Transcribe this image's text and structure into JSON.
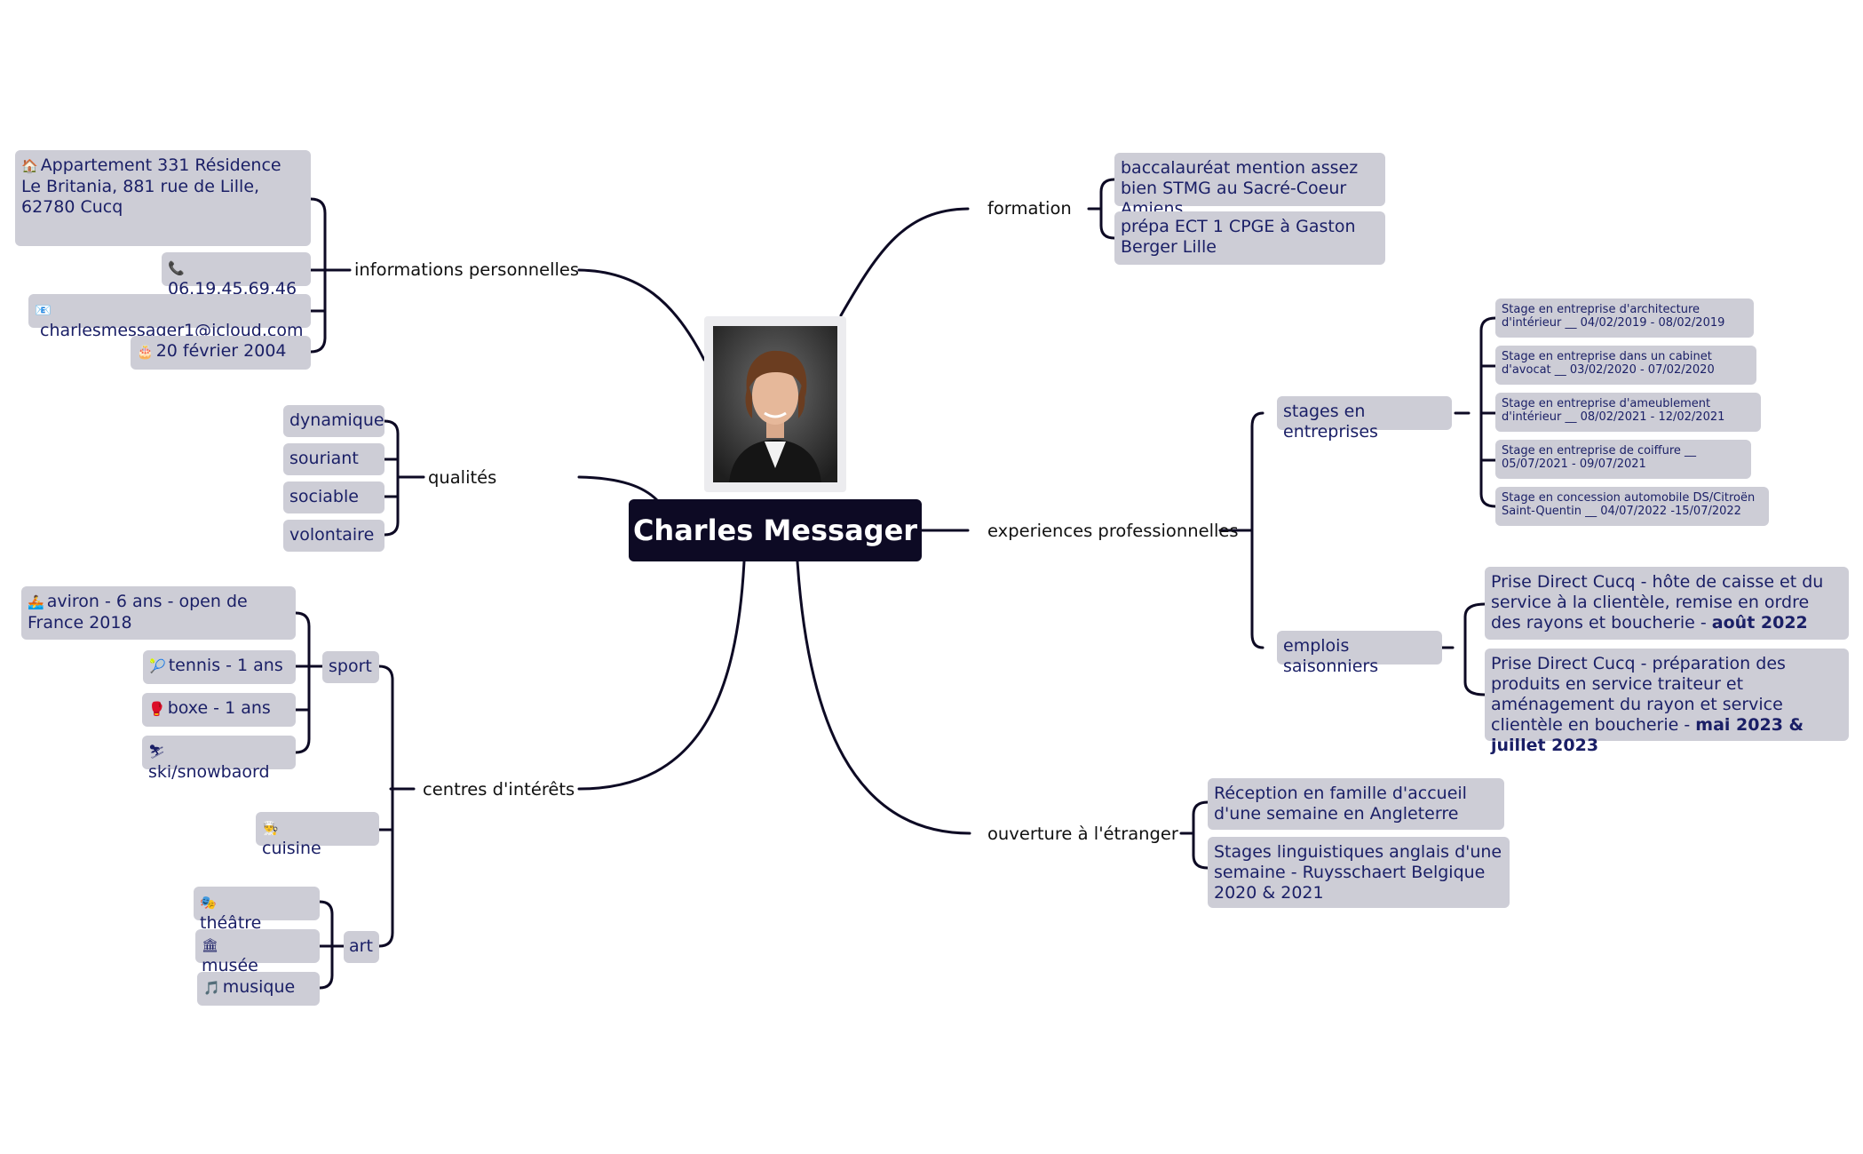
{
  "center": {
    "name": "Charles Messager"
  },
  "branches": {
    "info": {
      "label": "informations personnelles",
      "address": "Appartement 331 Résidence Le Britania, 881 rue de Lille, 62780 Cucq",
      "phone": "06.19.45.69.46",
      "email": "charlesmessager1@icloud.com",
      "birthday": "20 février 2004"
    },
    "qualites": {
      "label": "qualités",
      "items": [
        "dynamique",
        "souriant",
        "sociable",
        "volontaire"
      ]
    },
    "interets": {
      "label": "centres d'intérêts",
      "sport": {
        "label": "sport",
        "items": [
          "aviron - 6 ans - open de France 2018",
          "tennis - 1 ans",
          "boxe - 1 ans",
          "ski/snowbaord"
        ]
      },
      "cuisine": "cuisine",
      "art": {
        "label": "art",
        "items": [
          "théâtre",
          "musée",
          "musique"
        ]
      }
    },
    "formation": {
      "label": "formation",
      "items": [
        "baccalauréat mention assez bien STMG au Sacré-Coeur Amiens",
        "prépa ECT 1 CPGE à Gaston Berger Lille"
      ]
    },
    "experiences": {
      "label": "experiences professionnelles",
      "stages": {
        "label": "stages en entreprises",
        "items": [
          "Stage en entreprise d'architecture d'intérieur __ 04/02/2019 - 08/02/2019",
          "Stage en entreprise dans un cabinet d'avocat __ 03/02/2020 - 07/02/2020",
          "Stage en entreprise d'ameublement d'intérieur __ 08/02/2021 - 12/02/2021",
          "Stage en entreprise de coiffure __ 05/07/2021 - 09/07/2021",
          "Stage en concession automobile DS/Citroën Saint-Quentin __ 04/07/2022 -15/07/2022"
        ]
      },
      "emplois": {
        "label": "emplois saisonniers",
        "job1": {
          "text": "Prise Direct Cucq - hôte de caisse et du service à la clientèle, remise en ordre des rayons et boucherie - ",
          "date": "août 2022"
        },
        "job2": {
          "text": "Prise Direct Cucq - préparation des produits en service traiteur et aménagement du rayon et service clientèle en boucherie - ",
          "date": "mai 2023 & juillet 2023"
        }
      }
    },
    "etranger": {
      "label": "ouverture à l'étranger",
      "items": [
        "Réception en famille d'accueil d'une semaine en Angleterre",
        "Stages linguistiques anglais d'une semaine - Ruysschaert Belgique 2020 & 2021"
      ]
    }
  },
  "icons": {
    "address": "house-icon",
    "phone": "telephone-icon",
    "email": "envelope-icon",
    "birthday": "cake-icon",
    "aviron": "rowboat-icon",
    "tennis": "tennis-ball-icon",
    "boxe": "boxing-glove-icon",
    "ski": "skier-icon",
    "cuisine": "chef-icon",
    "theatre": "theatre-masks-icon",
    "musee": "museum-icon",
    "musique": "music-note-icon"
  },
  "colors": {
    "center_bg": "#0d0a24",
    "box_bg": "#cdcdd6",
    "box_text": "#1a1f66",
    "line": "#0d0a24"
  }
}
